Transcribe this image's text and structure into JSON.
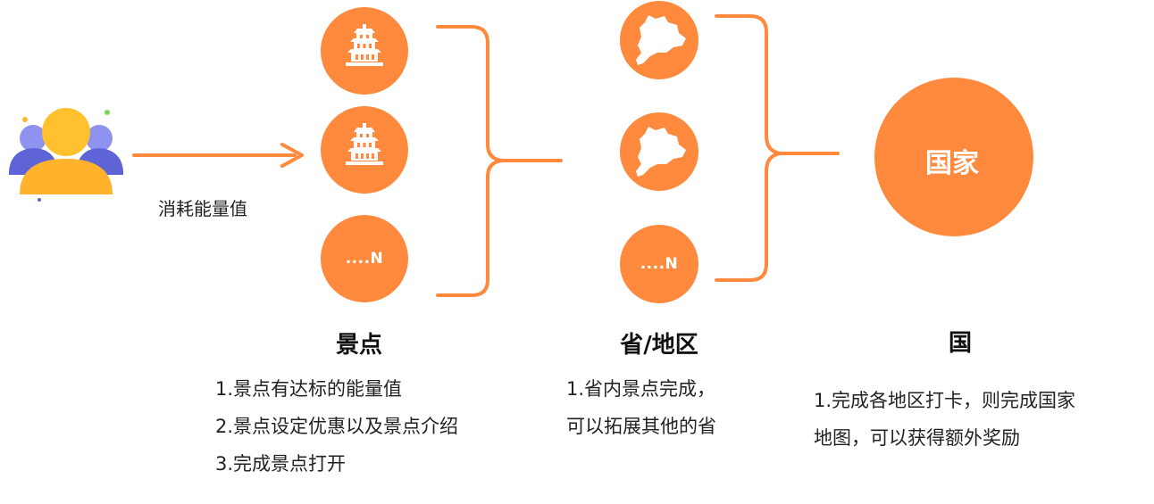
{
  "flow": {
    "arrow_label": "消耗能量值",
    "scenic_n": "....N",
    "province_n": "....N",
    "country_circle": "国家"
  },
  "sections": {
    "scenic": {
      "title": "景点",
      "lines": [
        "1.景点有达标的能量值",
        "2.景点设定优惠以及景点介绍",
        "3.完成景点打开"
      ]
    },
    "province": {
      "title": "省/地区",
      "lines": [
        "1.省内景点完成，",
        "可以拓展其他的省"
      ]
    },
    "country": {
      "title": "国",
      "lines": [
        "1.完成各地区打卡，则完成国家",
        "地图，可以获得额外奖励"
      ]
    }
  },
  "colors": {
    "accent": "#FF8A3D",
    "user_front": "#FFB72B",
    "user_back": "#7B7FE8",
    "user_back_dark": "#5E63D6"
  },
  "icons": [
    "user-group-icon",
    "pagoda-icon",
    "province-map-icon"
  ]
}
